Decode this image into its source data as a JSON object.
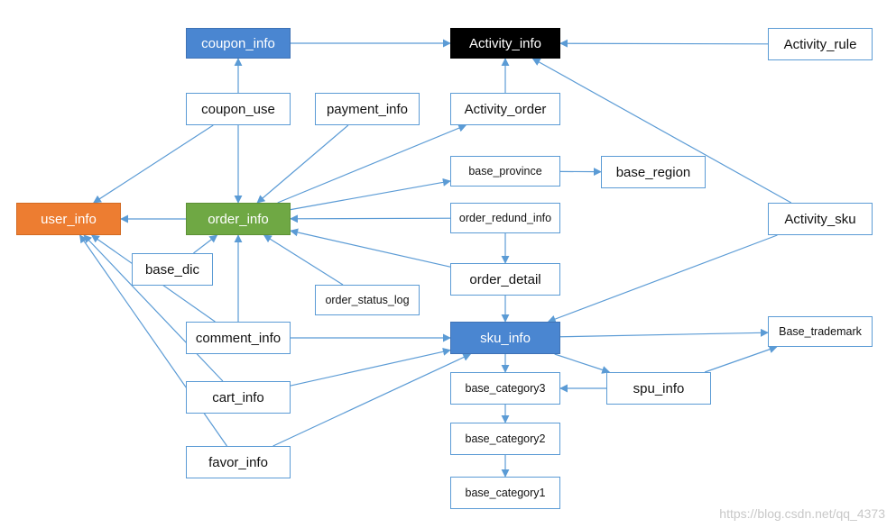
{
  "nodes": {
    "coupon_info": "coupon_info",
    "activity_info": "Activity_info",
    "activity_rule": "Activity_rule",
    "coupon_use": "coupon_use",
    "payment_info": "payment_info",
    "activity_order": "Activity_order",
    "base_province": "base_province",
    "base_region": "base_region",
    "user_info": "user_info",
    "order_info": "order_info",
    "order_redund_info": "order_redund_info",
    "activity_sku": "Activity_sku",
    "base_dic": "base_dic",
    "order_detail": "order_detail",
    "order_status_log": "order_status_log",
    "comment_info": "comment_info",
    "sku_info": "sku_info",
    "base_trademark": "Base_trademark",
    "base_category3": "base_category3",
    "spu_info": "spu_info",
    "cart_info": "cart_info",
    "base_category2": "base_category2",
    "favor_info": "favor_info",
    "base_category1": "base_category1"
  },
  "edges": [
    [
      "coupon_info",
      "activity_info"
    ],
    [
      "activity_rule",
      "activity_info"
    ],
    [
      "coupon_use",
      "coupon_info"
    ],
    [
      "activity_order",
      "activity_info"
    ],
    [
      "activity_sku",
      "activity_info"
    ],
    [
      "coupon_use",
      "user_info"
    ],
    [
      "coupon_use",
      "order_info"
    ],
    [
      "payment_info",
      "order_info"
    ],
    [
      "order_info",
      "activity_order"
    ],
    [
      "order_info",
      "base_province"
    ],
    [
      "base_province",
      "base_region"
    ],
    [
      "order_info",
      "user_info"
    ],
    [
      "order_redund_info",
      "order_info"
    ],
    [
      "order_redund_info",
      "order_detail"
    ],
    [
      "order_detail",
      "order_info"
    ],
    [
      "base_dic",
      "order_info"
    ],
    [
      "order_status_log",
      "order_info"
    ],
    [
      "comment_info",
      "order_info"
    ],
    [
      "order_detail",
      "sku_info"
    ],
    [
      "activity_sku",
      "sku_info"
    ],
    [
      "comment_info",
      "user_info"
    ],
    [
      "cart_info",
      "user_info"
    ],
    [
      "favor_info",
      "user_info"
    ],
    [
      "comment_info",
      "sku_info"
    ],
    [
      "cart_info",
      "sku_info"
    ],
    [
      "favor_info",
      "sku_info"
    ],
    [
      "sku_info",
      "base_trademark"
    ],
    [
      "sku_info",
      "spu_info"
    ],
    [
      "sku_info",
      "base_category3"
    ],
    [
      "spu_info",
      "base_category3"
    ],
    [
      "spu_info",
      "base_trademark"
    ],
    [
      "base_category3",
      "base_category2"
    ],
    [
      "base_category2",
      "base_category1"
    ]
  ],
  "watermark": "https://blog.csdn.net/qq_4373",
  "colors": {
    "edge": "#5b9bd5",
    "blue_fill": "#4a86d1",
    "black_fill": "#000000",
    "orange_fill": "#ed7d31",
    "green_fill": "#6fa844"
  }
}
